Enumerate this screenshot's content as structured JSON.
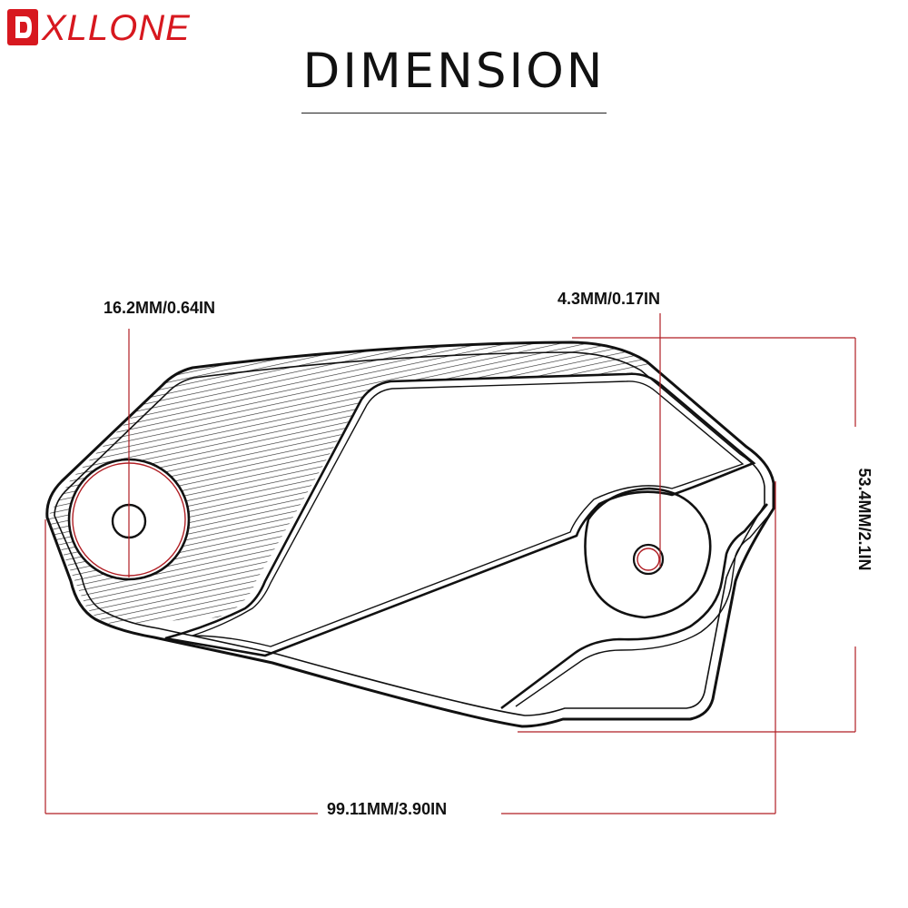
{
  "brand": {
    "name": "DXLLONE",
    "colors": {
      "box": "#d7181f",
      "letters": "#d7181f"
    }
  },
  "title": "DIMENSION",
  "dimensions": {
    "large_hole": "16.2MM/0.64IN",
    "small_hole": "4.3MM/0.17IN",
    "height": "53.4MM/2.1IN",
    "width": "99.11MM/3.90IN"
  },
  "colors": {
    "outline": "#111111",
    "dimension_line": "#b01e24",
    "shading": "#333333"
  }
}
